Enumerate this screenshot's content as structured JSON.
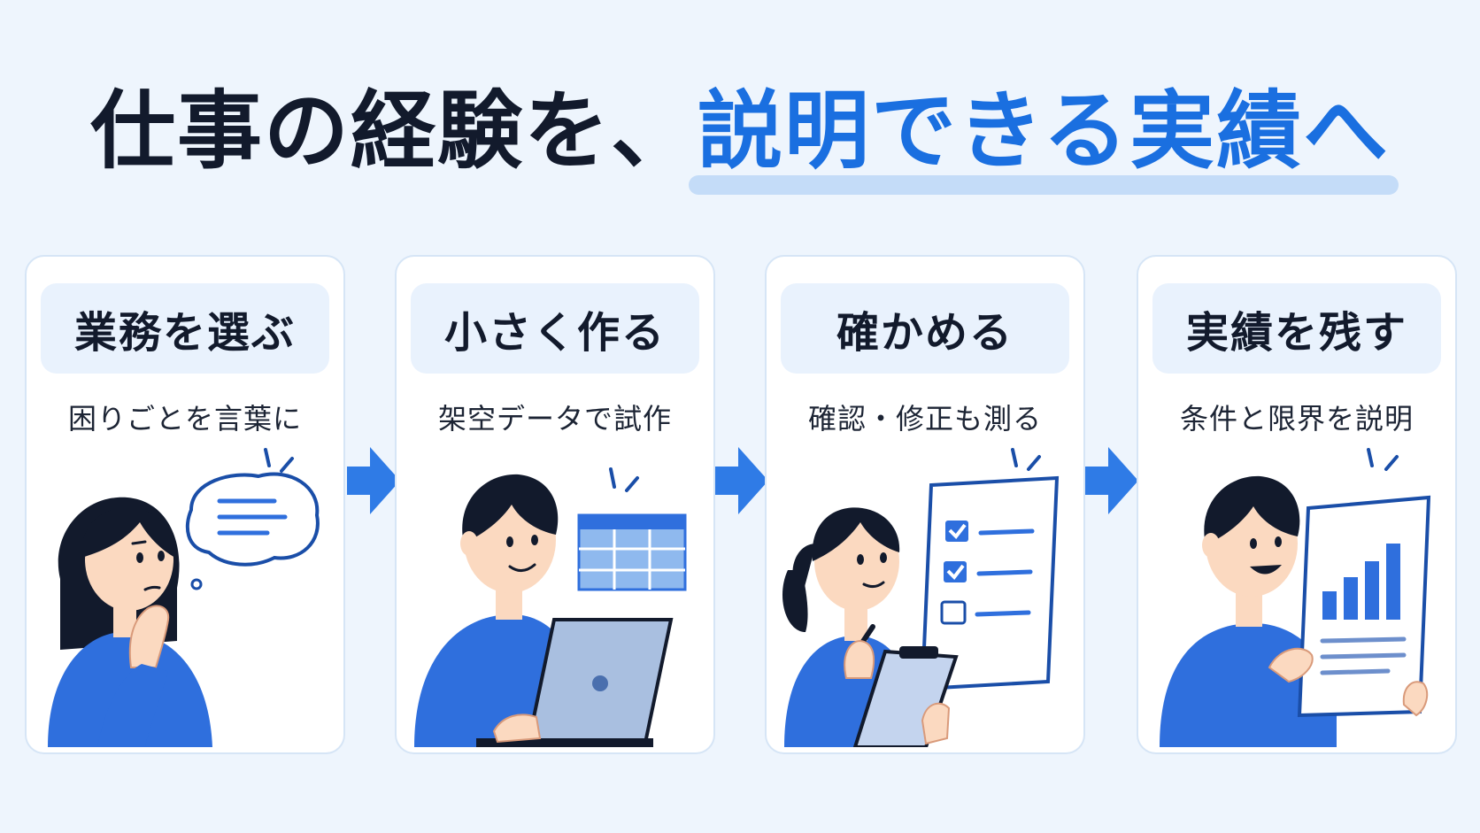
{
  "title": {
    "part1": "仕事の経験を、",
    "part2": "説明できる実績へ"
  },
  "steps": [
    {
      "title": "業務を選ぶ",
      "subtitle": "困りごとを言葉に"
    },
    {
      "title": "小さく作る",
      "subtitle": "架空データで試作"
    },
    {
      "title": "確かめる",
      "subtitle": "確認・修正も測る"
    },
    {
      "title": "実績を残す",
      "subtitle": "条件と限界を説明"
    }
  ],
  "colors": {
    "accent": "#1a6fe0",
    "navy": "#121a2c",
    "shirt": "#2f6fdd",
    "skin": "#fbd9c0",
    "underline": "#c4dcf8"
  },
  "icons": [
    "speech-bubble-icon",
    "spreadsheet-icon",
    "laptop-icon",
    "checklist-icon",
    "clipboard-icon",
    "bar-chart-icon",
    "arrow-right-icon"
  ]
}
